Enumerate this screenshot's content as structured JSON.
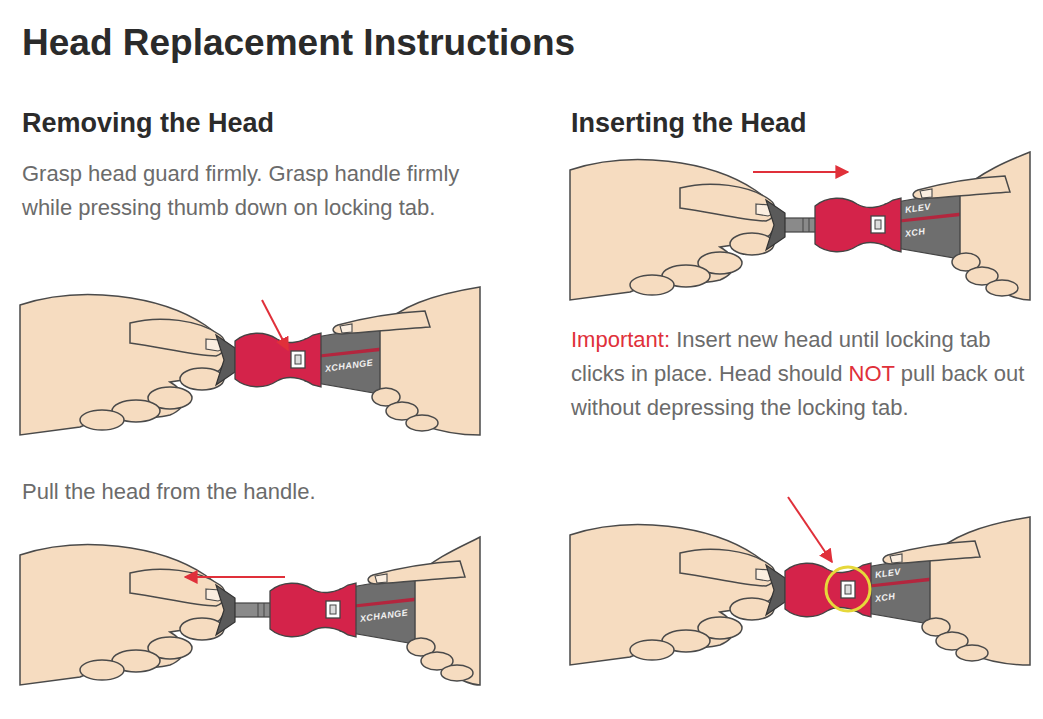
{
  "diagram": {
    "title": "Head Replacement Instructions",
    "labels": [
      "Removing the Head",
      "Grasp head guard firmly. Grasp handle firmly while pressing thumb down on locking tab.",
      "XCHANGE",
      "Pull the head from the handle.",
      "XCHANGE",
      "Inserting the Head",
      "KLEV",
      "XCH",
      "Important:",
      "Insert new head until locking tab clicks in place. Head should",
      "NOT",
      "pull back out without depressing the locking tab.",
      "KLEV",
      "XCH"
    ]
  }
}
